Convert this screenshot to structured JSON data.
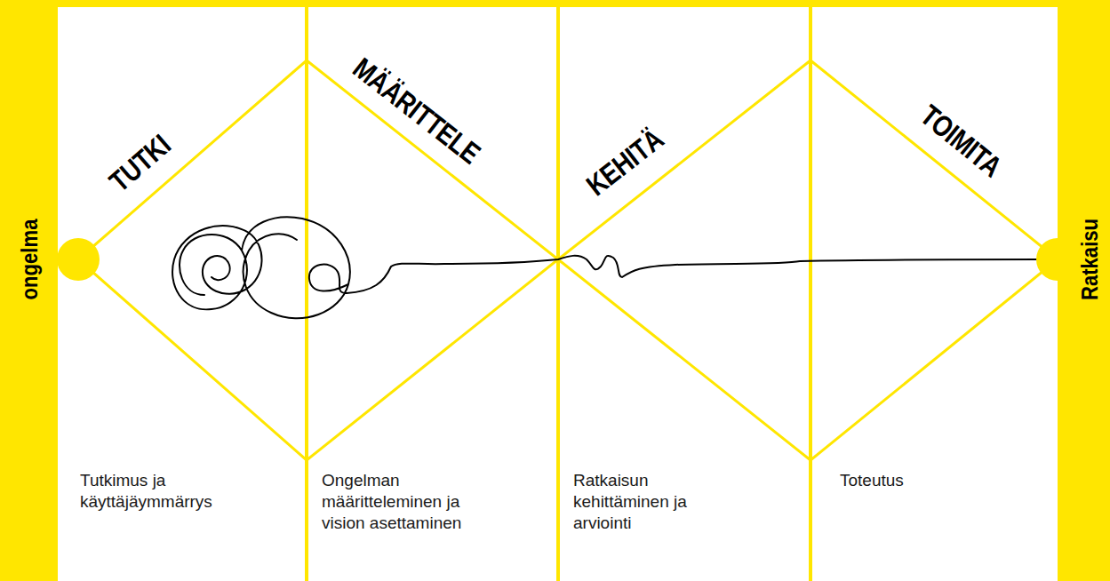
{
  "diagram": {
    "nodes": [
      {
        "text": [
          "TUTKI",
          "Tutkimus ja käyttäjäymmärrys"
        ]
      },
      {
        "text": [
          "MÄÄRITTELE",
          "Ongelman määritteleminen ja vision asettaminen"
        ]
      },
      {
        "text": [
          "KEHITÄ",
          "Ratkaisun kehittäminen ja arviointi"
        ]
      },
      {
        "text": [
          "TOIMITA",
          "Toteutus"
        ]
      }
    ],
    "labels": [
      "ongelma",
      "Ratkaisu"
    ]
  }
}
